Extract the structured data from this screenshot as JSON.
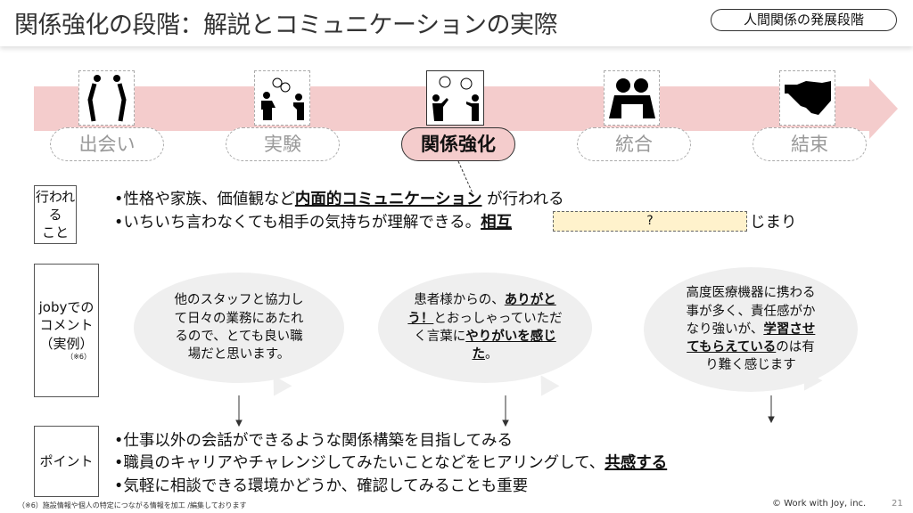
{
  "header": {
    "title": "関係強化の段階：解説とコミュニケーションの実際",
    "badge": "人間関係の発展段階"
  },
  "stages": [
    {
      "label": "出会い",
      "icon": "bowing-people-icon"
    },
    {
      "label": "実験",
      "icon": "people-chatting-icon"
    },
    {
      "label": "関係強化",
      "icon": "people-talking-icon",
      "active": true
    },
    {
      "label": "統合",
      "icon": "people-embracing-icon"
    },
    {
      "label": "結束",
      "icon": "handshake-icon"
    }
  ],
  "done": {
    "label_line1": "行われる",
    "label_line2": "こと",
    "bullet1_pre": "•性格や家族、価値観など",
    "bullet1_bold": "内面的コミュニケーション",
    "bullet1_post": " が行われる",
    "bullet2_pre": "•いちいち言わなくても相手の気持ちが理解できる。",
    "bullet2_bold": "相互",
    "bullet2_post": "じまり",
    "hidden_placeholder": "?"
  },
  "comments": {
    "label_line1": "jobyでの",
    "label_line2": "コメント",
    "label_line3": "（実例）",
    "label_note": "（※6）",
    "items": [
      {
        "t1": "他のスタッフと協力して日々の業務にあたれるので、とても良い職場だと思います。"
      },
      {
        "t1": "患者様からの、",
        "b1": "ありがとう！",
        "t2": "とおっしゃっていただく言葉に",
        "b2": "やりがいを感じた",
        "t3": "。"
      },
      {
        "t1": "高度医療機器に携わる事が多く、責任感がかなり強いが、",
        "b1": "学習させてもらえている",
        "t2": "のは有り難く感じます"
      }
    ]
  },
  "points": {
    "label": "ポイント",
    "b1": "•仕事以外の会話ができるような関係構築を目指してみる",
    "b2_pre": "•職員のキャリアやチャレンジしてみたいことなどをヒアリングして、",
    "b2_bold": "共感する",
    "b3": "•気軽に相談できる環境かどうか、確認してみることも重要"
  },
  "footer": {
    "note": "（※6）施設情報や個人の特定につながる情報を加工 /編集しております",
    "copyright": "© Work with Joy, inc.",
    "page": "21"
  }
}
